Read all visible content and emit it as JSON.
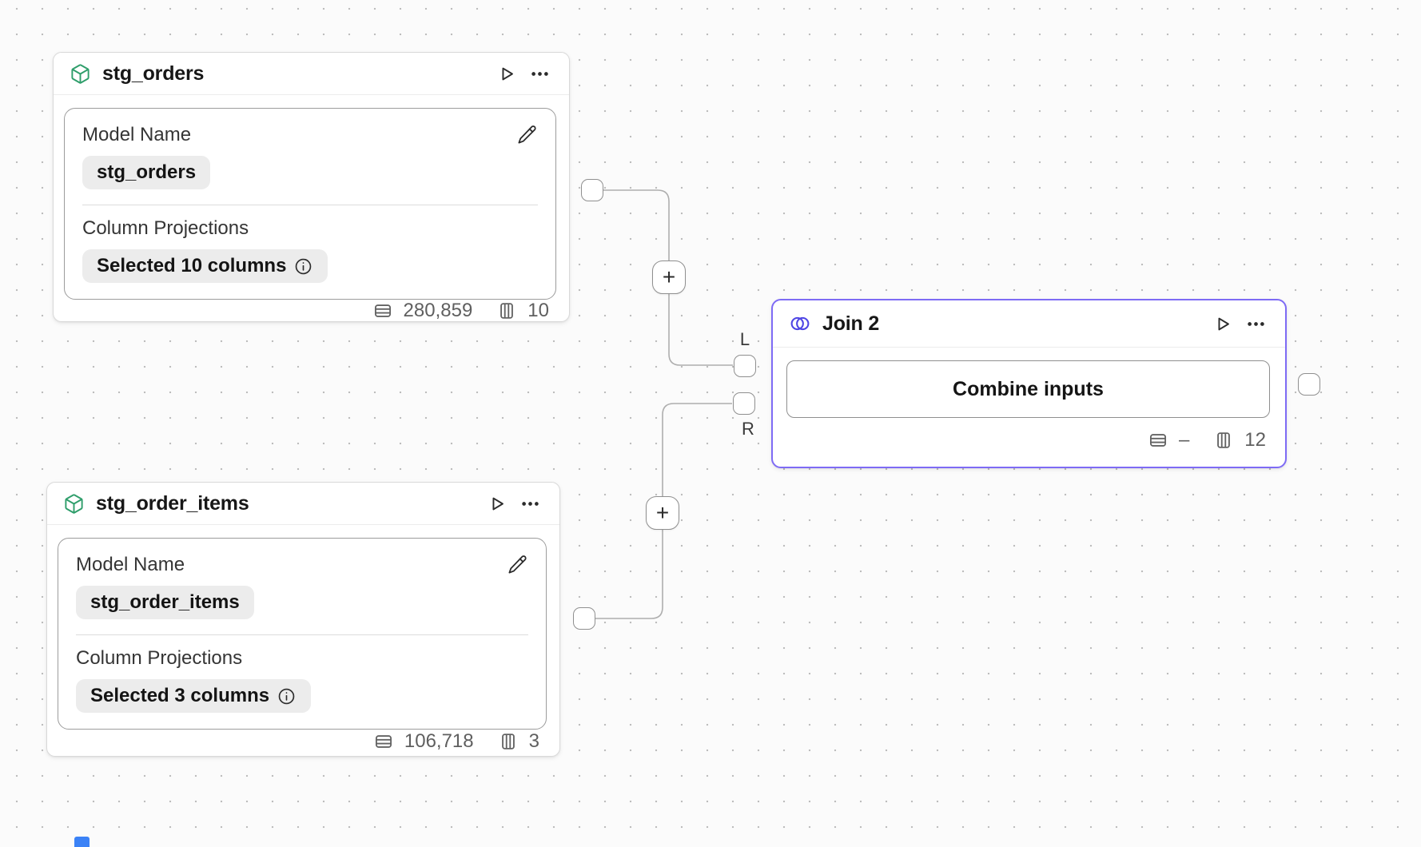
{
  "canvas": {
    "add_label": "+"
  },
  "nodes": {
    "stg_orders": {
      "title": "stg_orders",
      "model_name_label": "Model Name",
      "model_name_value": "stg_orders",
      "projections_label": "Column Projections",
      "projections_value": "Selected 10 columns",
      "rows": "280,859",
      "cols": "10"
    },
    "stg_order_items": {
      "title": "stg_order_items",
      "model_name_label": "Model Name",
      "model_name_value": "stg_order_items",
      "projections_label": "Column Projections",
      "projections_value": "Selected 3 columns",
      "rows": "106,718",
      "cols": "3"
    },
    "join": {
      "title": "Join 2",
      "button_label": "Combine inputs",
      "rows": "–",
      "cols": "12"
    }
  },
  "ports": {
    "left_label": "L",
    "right_label": "R"
  },
  "colors": {
    "join_accent": "#7e6bf5",
    "model_icon_green": "#2f9e6b",
    "join_icon_blue": "#4f46e5",
    "edge_gray": "#aeaeae"
  }
}
